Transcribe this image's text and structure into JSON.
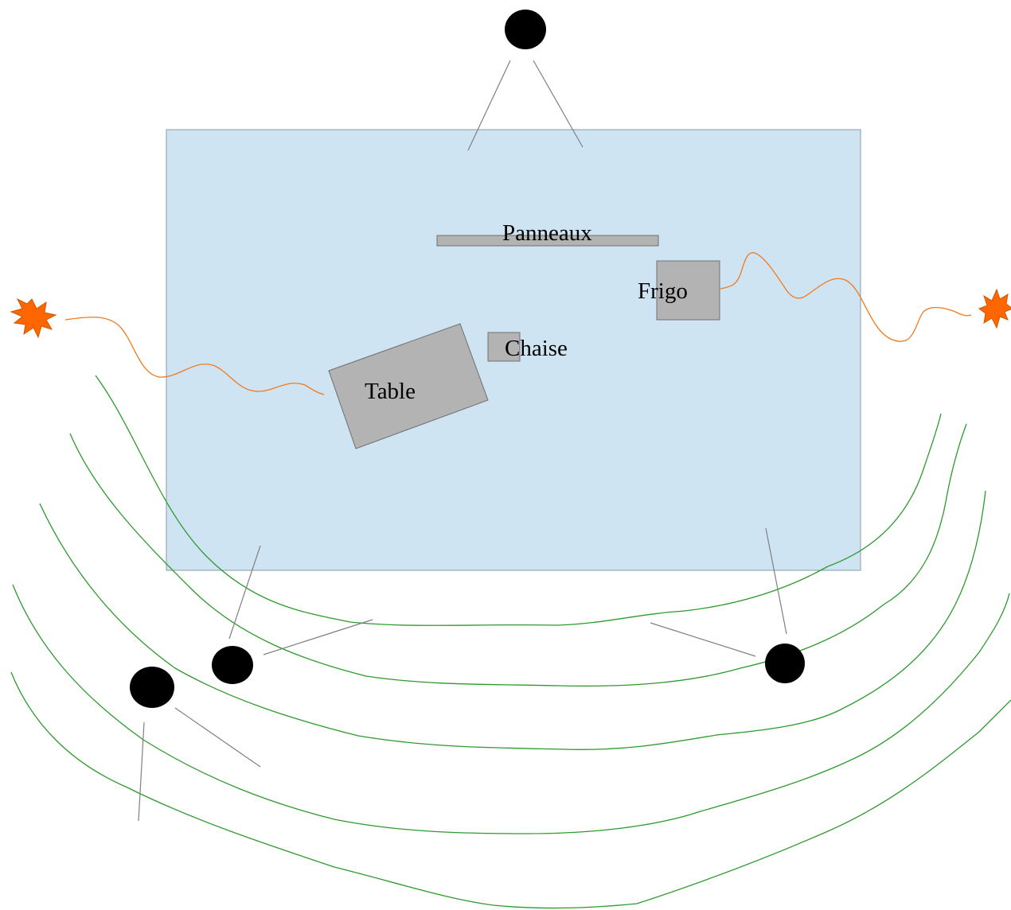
{
  "labels": {
    "panneaux": "Panneaux",
    "frigo": "Frigo",
    "chaise": "Chaise",
    "table": "Table"
  },
  "colors": {
    "room_fill": "#cfe4f3",
    "furniture_fill": "#b3b3b3",
    "camera_fill": "#000000",
    "sight_line": "#808080",
    "wave_line": "#2e9a2e",
    "orange_line": "#f07a1e",
    "burst_fill": "#ff6600"
  },
  "icons": {
    "camera": "camera-dot-icon",
    "burst": "explosion-icon"
  }
}
